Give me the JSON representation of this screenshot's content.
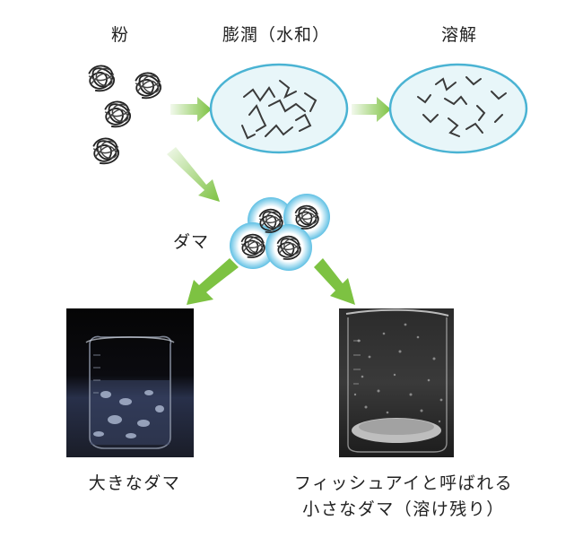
{
  "labels": {
    "powder": "粉",
    "swelling": "膨潤（水和）",
    "dissolution": "溶解",
    "lump": "ダマ"
  },
  "captions": {
    "large_lump": "大きなダマ",
    "fisheye_line1": "フィッシュアイと呼ばれる",
    "fisheye_line2": "小さなダマ（溶け残り）"
  },
  "colors": {
    "arrow_green": "#7dc242",
    "bubble_fill": "#e8f6f9",
    "bubble_stroke": "#4ab3d3",
    "lump_halo": "#5fc0e4",
    "strand": "#3a3a3a"
  }
}
